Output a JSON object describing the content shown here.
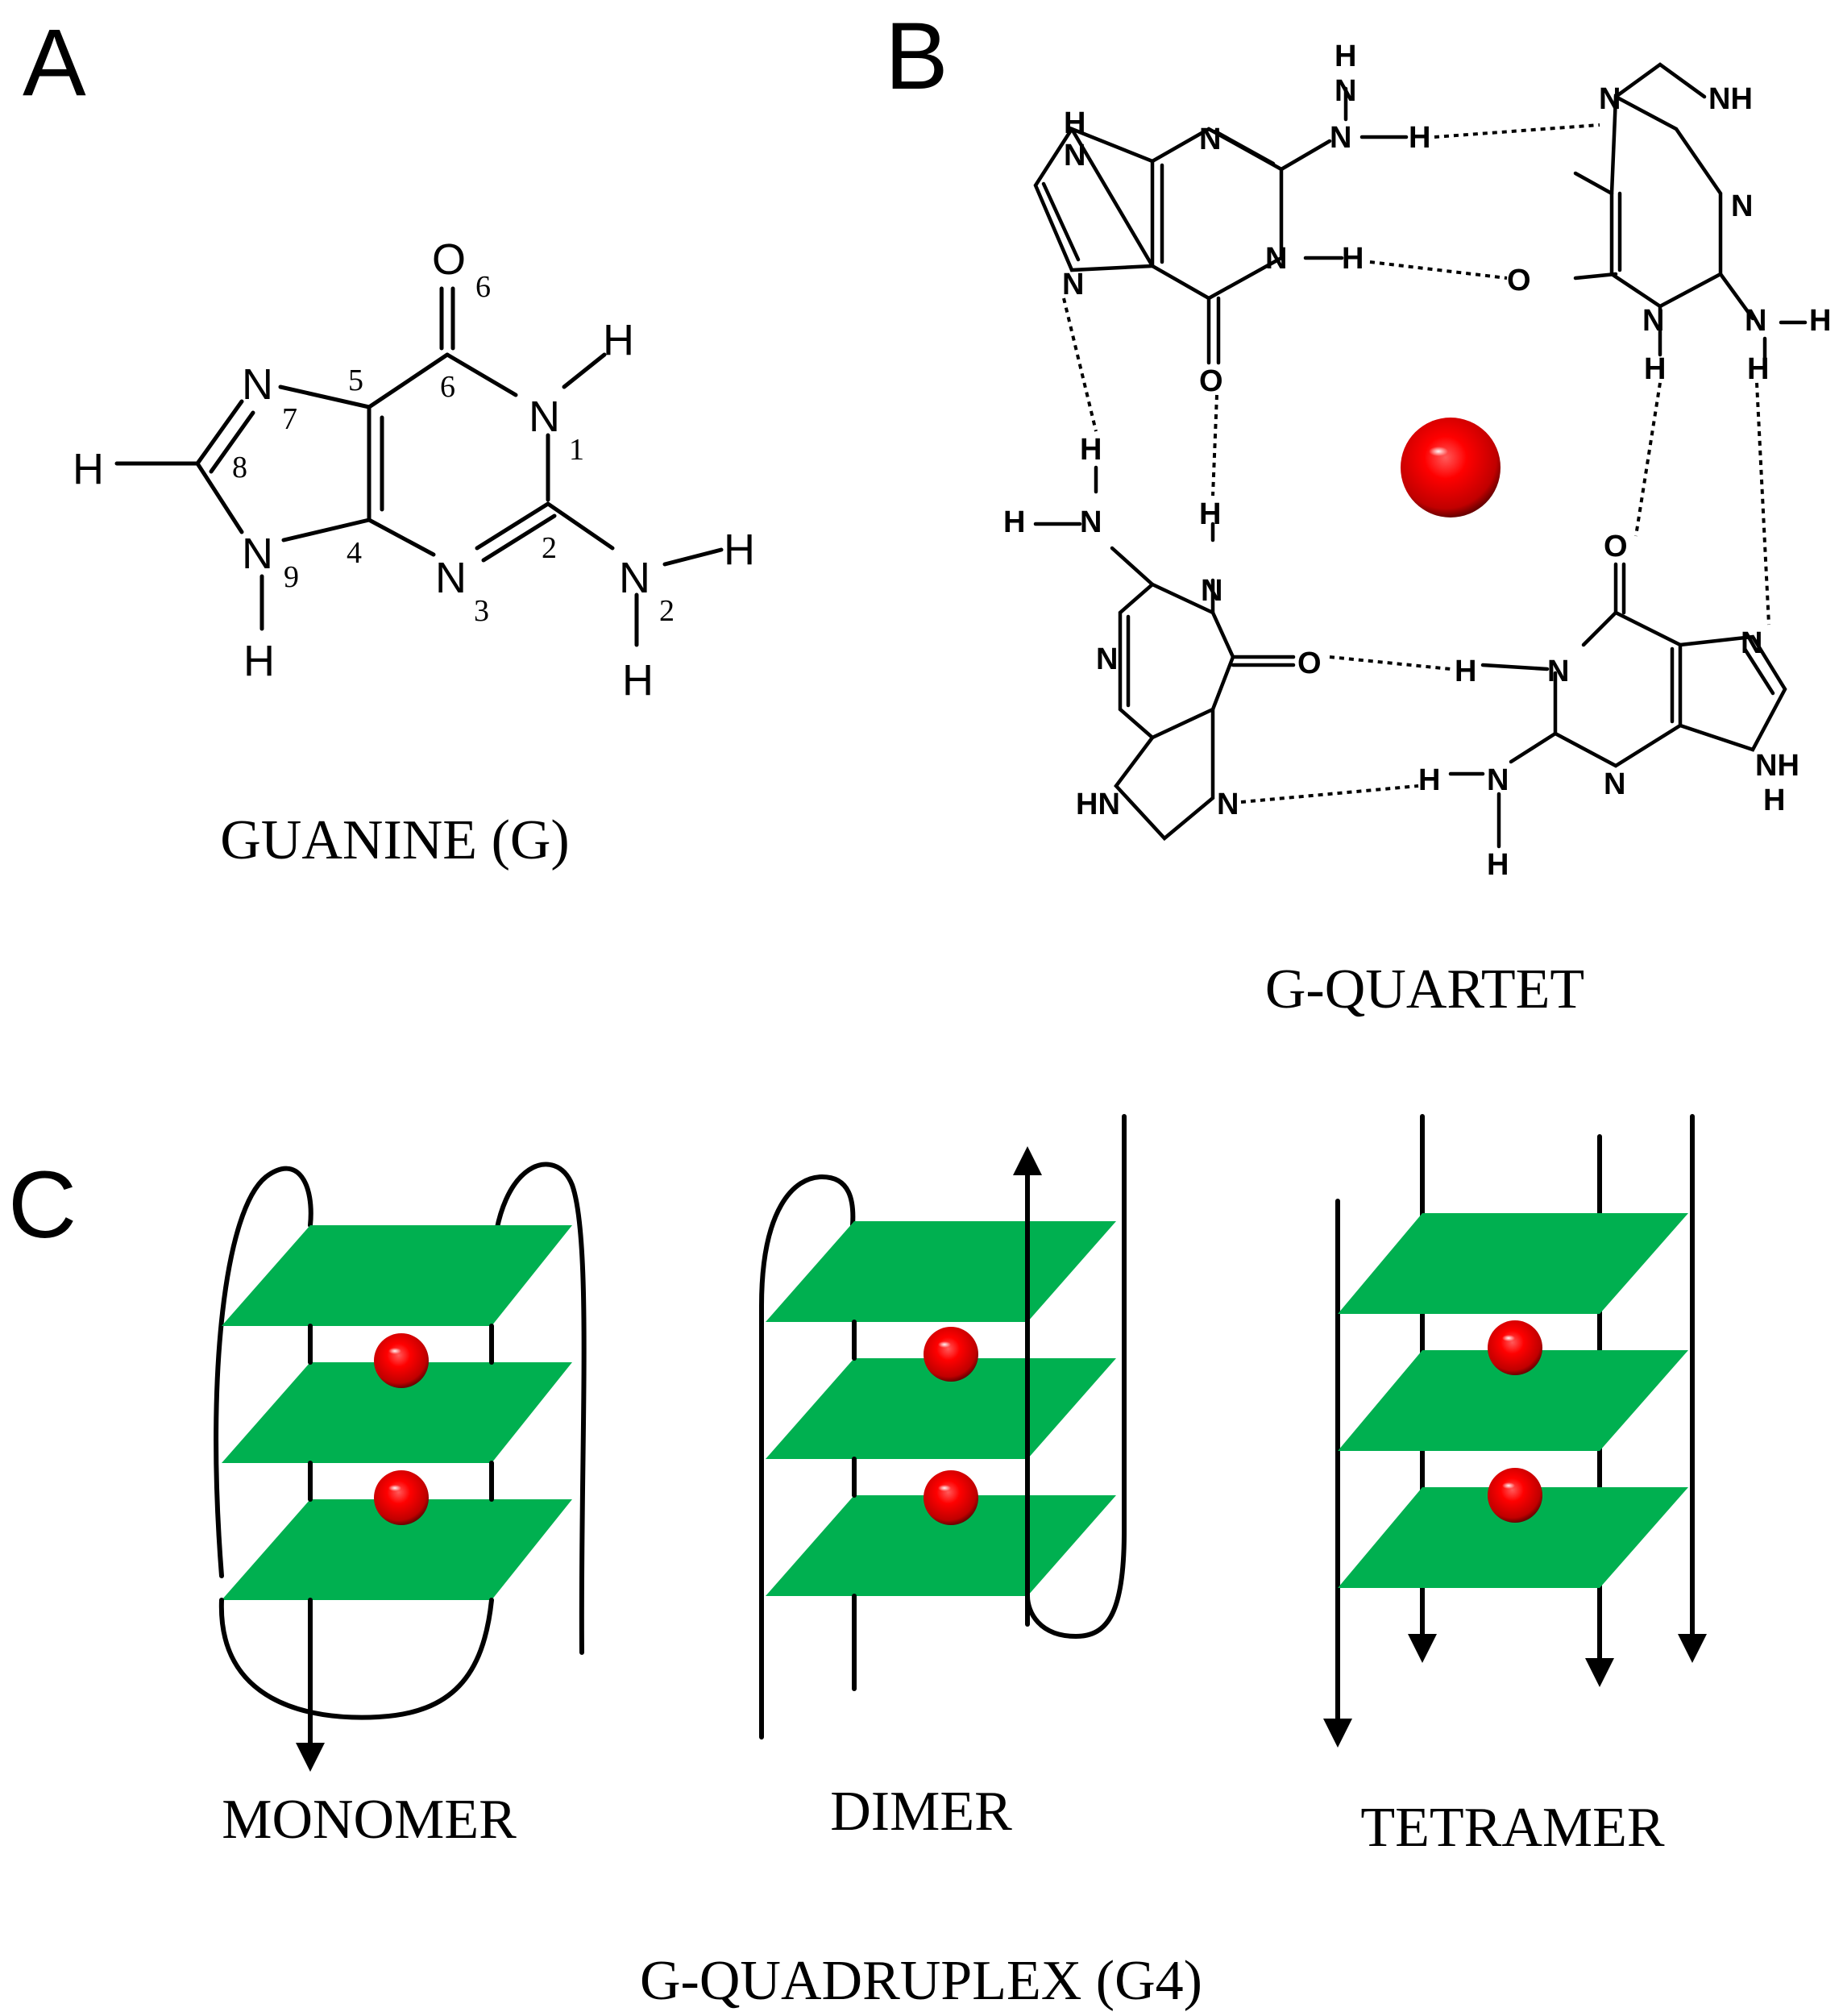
{
  "panels": {
    "a_letter": "A",
    "b_letter": "B",
    "c_letter": "C"
  },
  "guanine": {
    "atoms": {
      "O6": "O",
      "N1": "N",
      "H1": "H",
      "C2_sub": "N",
      "H_a": "H",
      "H_b": "H",
      "N3": "N",
      "N7": "N",
      "N9": "N",
      "H9": "H",
      "H8": "H"
    },
    "ring_numbers": [
      "1",
      "2",
      "3",
      "4",
      "5",
      "6",
      "7",
      "8",
      "9",
      "6",
      "2"
    ],
    "caption": "GUANINE (G)"
  },
  "quartet": {
    "caption": "G-QUARTET",
    "ion_color": "#e00000"
  },
  "quadruplex": {
    "labels": [
      "MONOMER",
      "DIMER",
      "TETRAMER"
    ],
    "caption": "G-QUADRUPLEX (G4)",
    "quartet_color": "#00b050",
    "ion_color": "#e00000"
  }
}
